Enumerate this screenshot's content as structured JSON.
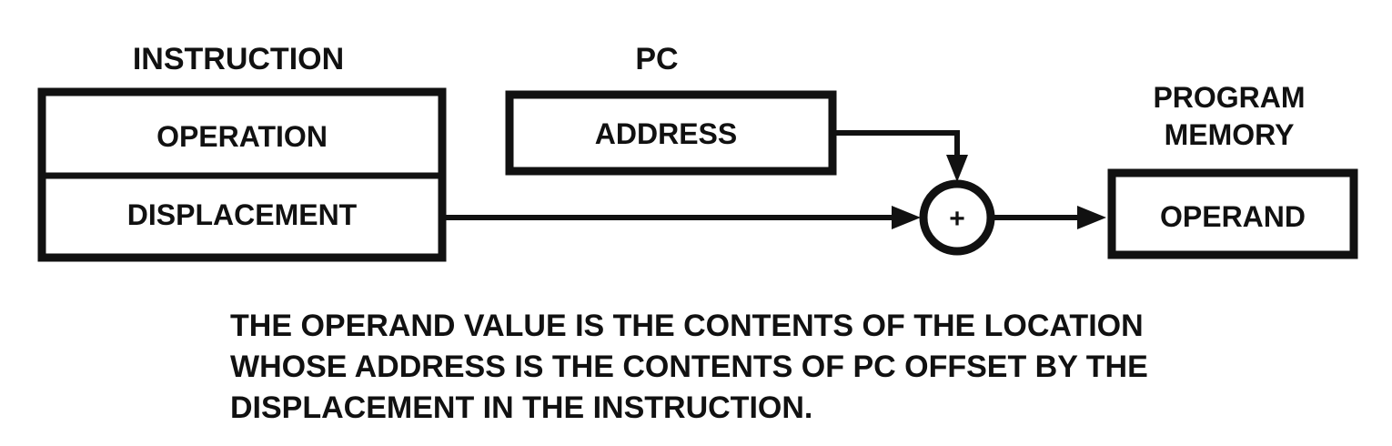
{
  "diagram": {
    "instruction_title": "INSTRUCTION",
    "instruction_fields": [
      "OPERATION",
      "DISPLACEMENT"
    ],
    "pc_title": "PC",
    "pc_field": "ADDRESS",
    "adder_symbol": "+",
    "memory_title": [
      "PROGRAM",
      "MEMORY"
    ],
    "memory_field": "OPERAND"
  },
  "caption": {
    "lines": [
      "THE OPERAND VALUE IS THE CONTENTS OF THE LOCATION",
      "WHOSE ADDRESS IS THE CONTENTS OF PC OFFSET BY THE",
      "DISPLACEMENT IN THE INSTRUCTION."
    ]
  }
}
